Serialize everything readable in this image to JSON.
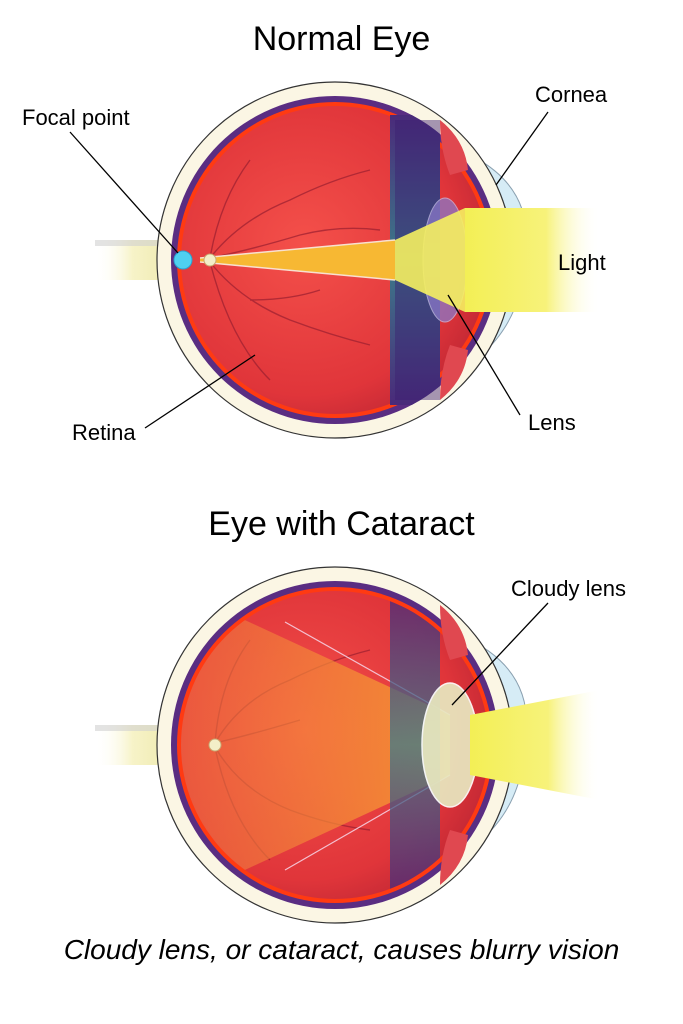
{
  "figure": {
    "panels": [
      {
        "id": "normal",
        "title": "Normal Eye",
        "labels": {
          "focal_point": "Focal point",
          "cornea": "Cornea",
          "light": "Light",
          "retina": "Retina",
          "lens": "Lens"
        }
      },
      {
        "id": "cataract",
        "title": "Eye with Cataract",
        "labels": {
          "cloudy_lens": "Cloudy lens"
        }
      }
    ],
    "caption": "Cloudy lens, or cataract, causes blurry vision"
  },
  "colors": {
    "vitreous_red": "#e8342f",
    "choroid_purple": "#5a2d82",
    "sclera_cream": "#fbf6e4",
    "retina_orange": "#ff3a12",
    "light_yellow": "#f5f060",
    "light_beam_orange": "#f7b833",
    "focal_point_cyan": "#4fd0f0",
    "cornea_blue": "#d6ecf6",
    "cataract_beam_orange": "#f58a3a"
  }
}
